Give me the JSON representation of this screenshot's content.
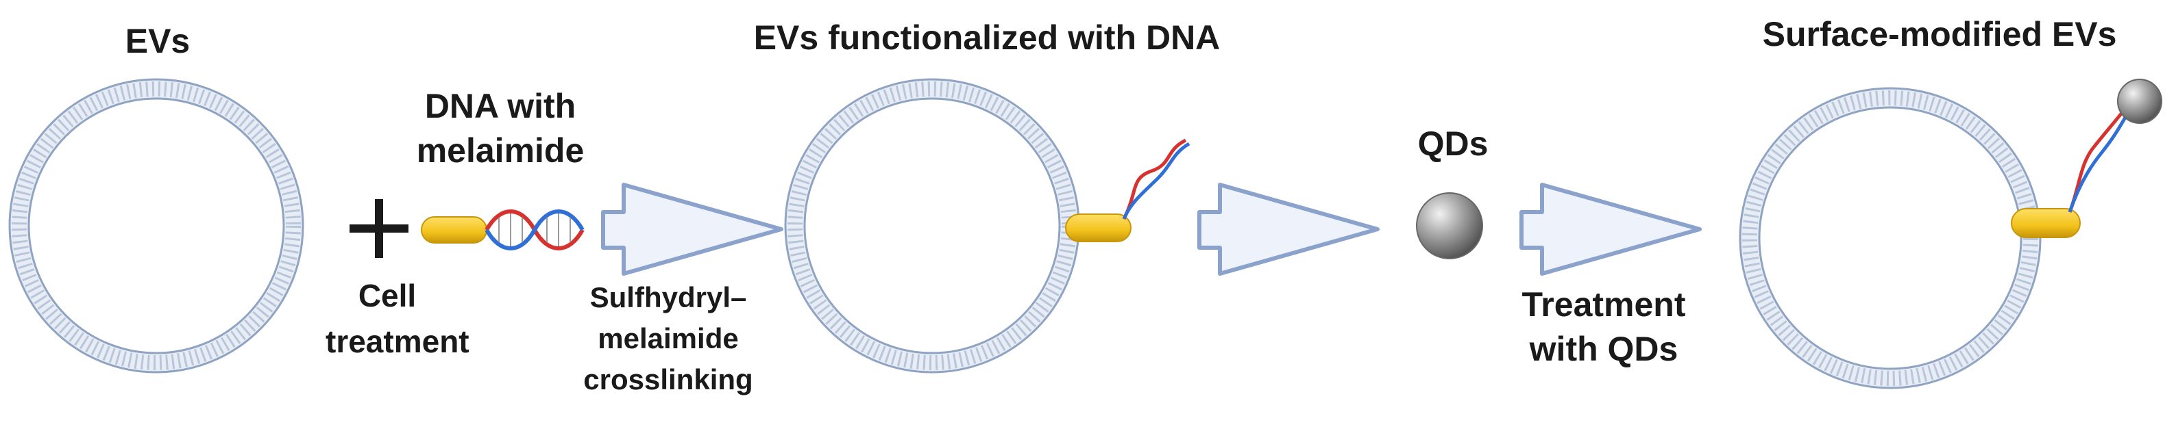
{
  "labels": {
    "evs": "EVs",
    "dna_with": "DNA with",
    "melaimide": "melaimide",
    "cell": "Cell",
    "treatment": "treatment",
    "sulfhydryl": "Sulfhydryl–",
    "melaimide2": "melaimide",
    "crosslinking": "crosslinking",
    "evs_functionalized": "EVs functionalized with DNA",
    "qds": "QDs",
    "treatment2": "Treatment",
    "with_qds": "with QDs",
    "surface_modified": "Surface-modified EVs"
  },
  "colors": {
    "membrane": "#8fa3c2",
    "membrane_fill": "#eef2f8",
    "arrow_stroke": "#8aa2cc",
    "arrow_fill": "#eef3fb",
    "maleimide": "#f2c21b",
    "maleimide_stroke": "#c7960a",
    "dna_red": "#d6322f",
    "dna_blue": "#2f6fd6",
    "qd": "#8a8a8a"
  }
}
